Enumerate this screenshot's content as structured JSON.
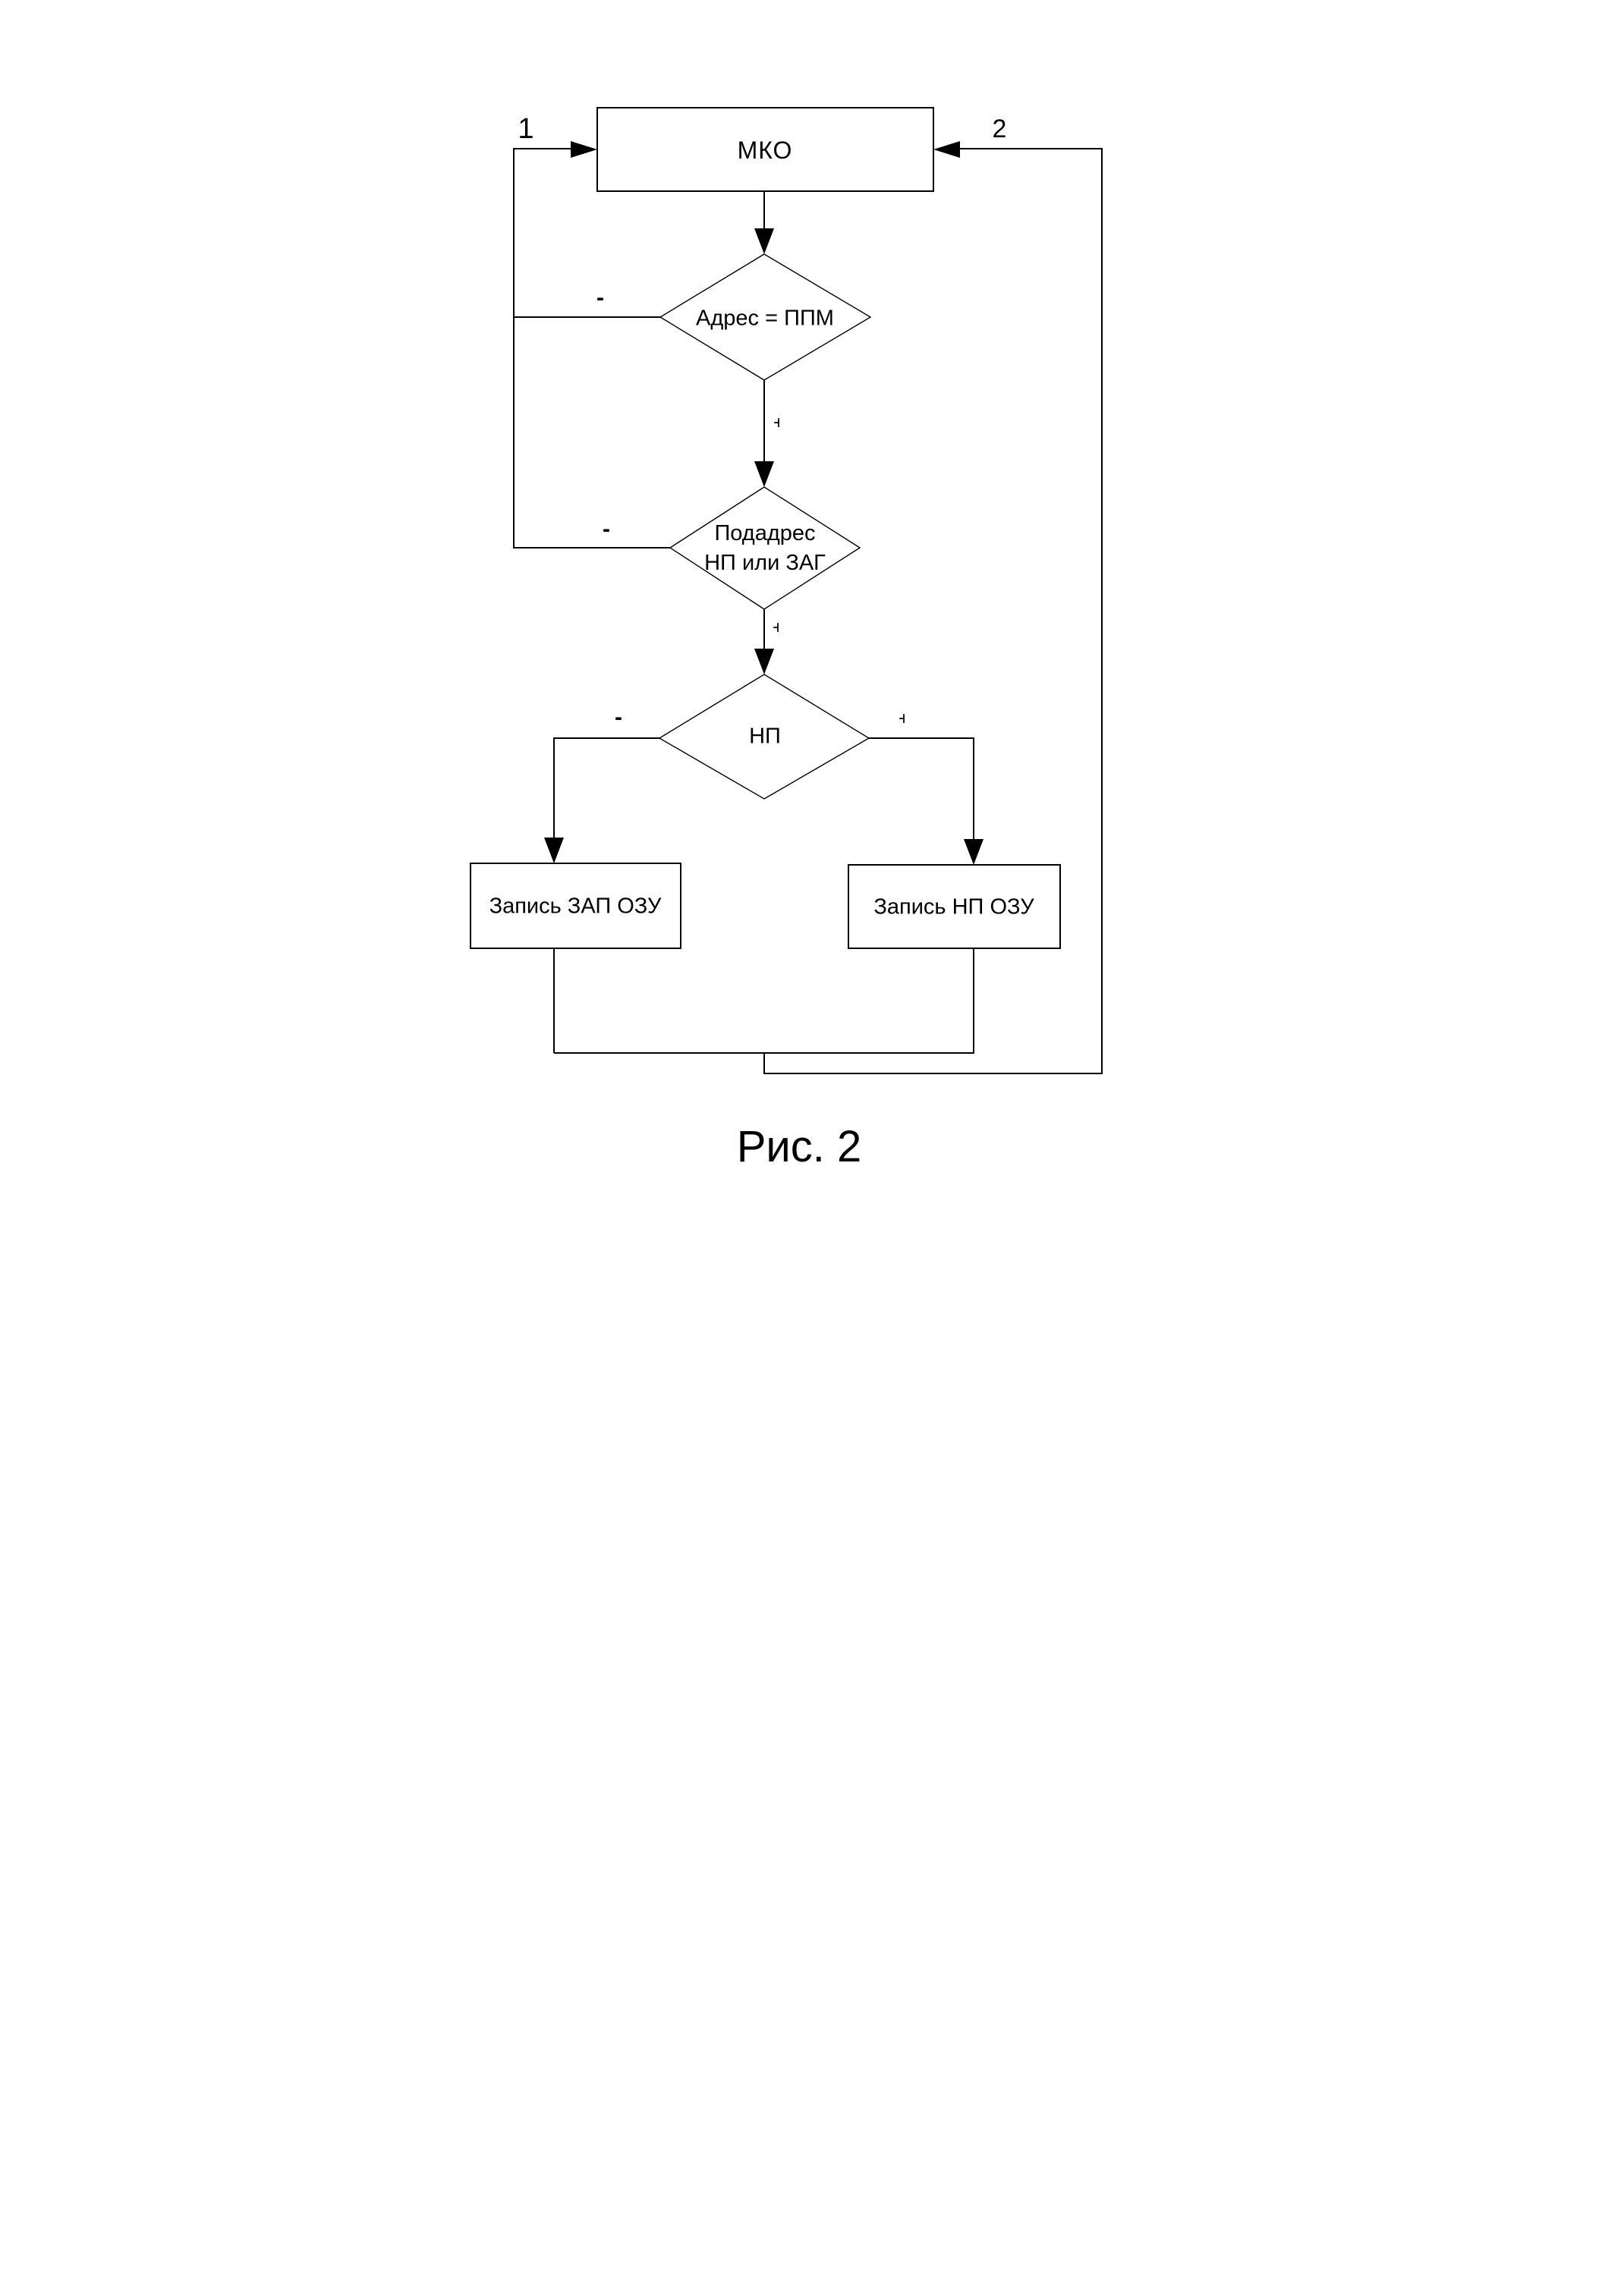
{
  "figure": {
    "caption": "Рис. 2",
    "nodes": {
      "mko": {
        "label": "МКО"
      },
      "decision_address": {
        "label": "Адрес = ППМ"
      },
      "decision_subaddress": {
        "line1": "Подадрес",
        "line2": "НП или ЗАГ"
      },
      "decision_np": {
        "label": "НП"
      },
      "write_zap_ozu": {
        "label": "Запись ЗАП ОЗУ"
      },
      "write_np_ozu": {
        "label": "Запись НП ОЗУ"
      }
    },
    "branch_labels": {
      "entry_1": "1",
      "entry_2": "2",
      "minus": "-",
      "plus": "+"
    },
    "colors": {
      "line": "#000000",
      "background": "#ffffff",
      "text": "#000000"
    }
  }
}
